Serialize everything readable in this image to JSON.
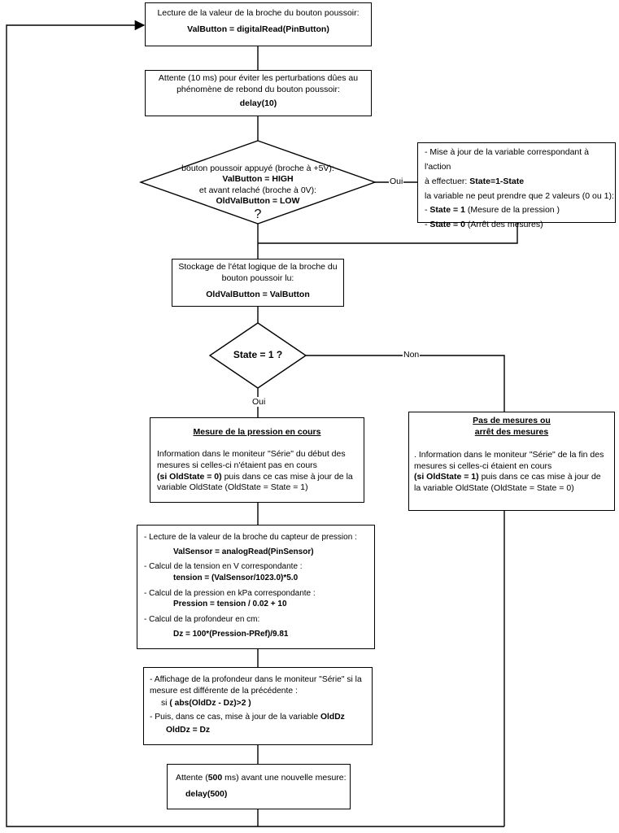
{
  "box_read": {
    "line1": "Lecture de la valeur de la broche du bouton poussoir:",
    "code": "ValButton = digitalRead(PinButton)"
  },
  "box_wait10": {
    "line1": "Attente (10 ms) pour éviter les perturbations dûes au",
    "line2": "phénomène de rebond du bouton poussoir:",
    "code": "delay(10)"
  },
  "diamond_button": {
    "line1": "bouton poussoir appuyé (broche à +5V):",
    "code1": "ValButton = HIGH",
    "line2": "et avant relaché (broche à 0V):",
    "code2": "OldValButton = LOW",
    "q": "?"
  },
  "label_oui1": "Oui",
  "box_state_update": {
    "line1": "- Mise à jour de la variable correspondant à l'action",
    "line2_pre": "à effectuer: ",
    "line2_code": "State=1-State",
    "line3": "la variable ne peut prendre que 2 valeurs (0 ou 1):",
    "item1_code": "State = 1",
    "item1_text": " (Mesure de la pression )",
    "item2_code": "State = 0",
    "item2_text": " (Arrêt des mesures)"
  },
  "box_store": {
    "line1": "Stockage de l'état logique de la broche du",
    "line2": "bouton poussoir lu:",
    "code": "OldValButton = ValButton"
  },
  "diamond_state": {
    "text": "State = 1 ?"
  },
  "label_non": "Non",
  "label_oui2": "Oui",
  "box_measure": {
    "title": "Mesure de la pression en cours",
    "line1": "Information dans le moniteur \"Série\" du début des",
    "line2": "mesures si celles-ci n'étaient pas en cours",
    "line3_code": "(si OldState = 0)",
    "line3_text": "  puis dans ce cas mise à jour de la",
    "line4": "variable OldState (OldState = State = 1)"
  },
  "box_nomeasure": {
    "title1": "Pas de mesures ou",
    "title2": "arrêt des mesures",
    "line1": ". Information dans le moniteur \"Série\" de la fin des",
    "line2": "mesures si celles-ci étaient en cours",
    "line3_code": "(si OldState = 1)",
    "line3_text": "  puis dans ce cas mise à jour de",
    "line4": "la variable OldState (OldState = State = 0)"
  },
  "box_sensor": {
    "l1": "- Lecture de la valeur de la broche du capteur de pression :",
    "c1": "ValSensor = analogRead(PinSensor)",
    "l2": "- Calcul de la tension en V correspondante :",
    "c2": "tension = (ValSensor/1023.0)*5.0",
    "l3": "- Calcul de la pression en kPa correspondante :",
    "c3": "Pression = tension / 0.02 + 10",
    "l4": "- Calcul de la profondeur en cm:",
    "c4": "Dz = 100*(Pression-PRef)/9.81"
  },
  "box_display": {
    "l1": "- Affichage de la profondeur dans le moniteur \"Série\" si la",
    "l2": "mesure est différente de la précédente :",
    "l3_pre": "si ",
    "l3_code": "( abs(OldDz - Dz)>2 )",
    "l4_pre": "- Puis, dans ce cas, mise à jour de la variable ",
    "l4_code": "OldDz",
    "c": "OldDz = Dz"
  },
  "box_wait500": {
    "pre": "Attente (",
    "num": "500",
    "post": " ms) avant une nouvelle mesure:",
    "code": "delay(500)"
  }
}
